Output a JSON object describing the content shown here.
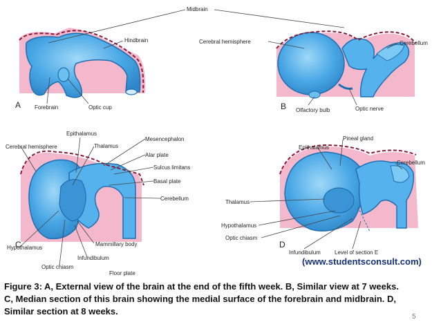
{
  "labels": {
    "midbrain": "Midbrain",
    "hindbrain": "Hindbrain",
    "forebrain": "Forebrain",
    "optic_cup": "Optic cup",
    "cerebral_hemisphere_b": "Cerebral hemisphere",
    "cerebellum_b": "Cerebellum",
    "olfactory_bulb": "Olfactory bulb",
    "optic_nerve": "Optic nerve",
    "epithalamus_c": "Epithalamus",
    "cerebral_hemisphere_c": "Cerebral hemisphere",
    "thalamus_c": "Thalamus",
    "mesencephalon": "Mesencephalon",
    "alar_plate": "Alar plate",
    "sulcus_limitans": "Sulcus limitans",
    "basal_plate": "Basal plate",
    "cerebellum_c": "Cerebellum",
    "hypothalamus_c": "Hypothalamus",
    "mammillary_body": "Mammillary body",
    "infundibulum_c": "Infundibulum",
    "optic_chiasm_c": "Optic chiasm",
    "floor_plate": "Floor plate",
    "pineal_gland": "Pineal gland",
    "epithalamus_d": "Epithalamus",
    "cerebellum_d": "Cerebellum",
    "thalamus_d": "Thalamus",
    "hypothalamus_d": "Hypothalamus",
    "optic_chiasm_d": "Optic chiasm",
    "infundibulum_d": "Infundibulum",
    "level_of_section": "Level of section E"
  },
  "panels": {
    "a": "A",
    "b": "B",
    "c": "C",
    "d": "D"
  },
  "source": "(www.studentsconsult.com)",
  "caption": {
    "line1": "Figure 3:   A, External view of the brain at the end of the fifth week. B, Similar view at 7 weeks.",
    "line2": "C, Median section of this brain showing the medial surface of the forebrain and midbrain. D,",
    "line3": "Similar section at 8 weeks."
  },
  "page_number": "5",
  "colors": {
    "brain_fill": "#4aa8e6",
    "brain_stroke": "#1f6fb0",
    "mesenchyme": "#f3b8cc",
    "surface_dash": "#8a1838"
  }
}
